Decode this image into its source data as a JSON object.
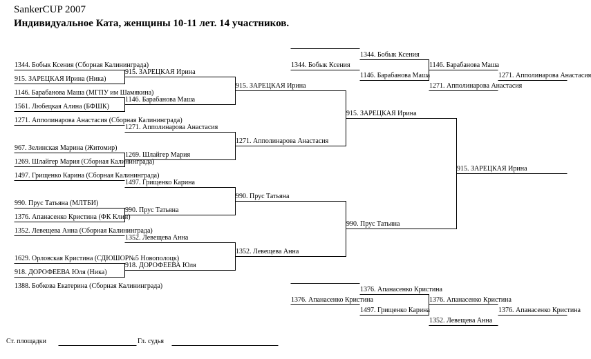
{
  "header": {
    "event": "SankerCUP 2007",
    "category": "Индивидуальное Ката, женщины 10-11 лет. 14 участников."
  },
  "round1": [
    "1344. Бобык Ксения (Сборная Калининграда)",
    "915. ЗАРЕЦКАЯ Ирина (Ника)",
    "1146. Барабанова Маша (МГПУ им Шамякина)",
    "1561. Любецкая Алина (БФШК)",
    "1271. Апполинарова Анастасия (Сборная Калининграда)",
    "967. Зелинская Марина (Житомир)",
    "1269. Шлайгер Мария (Сборная Калининграда)",
    "1497. Грищенко Карина (Сборная Калининграда)",
    "990. Прус Татьяна (МЛТБИ)",
    "1376. Апанасенко Кристина (ФК Клин)",
    "1352. Левещева Анна (Сборная Калининграда)",
    "1629. Орловская Кристина (СДЮШОР№5 Новополоцк)",
    "918. ДОРОФЕЕВА Юля (Ника)",
    "1388. Бобкова Екатерина (Сборная Калининграда)"
  ],
  "round2": [
    "915. ЗАРЕЦКАЯ Ирина",
    "1146. Барабанова Маша",
    "1271. Апполинарова Анастасия",
    "1269. Шлайгер Мария",
    "1497. Грищенко Карина",
    "990. Прус Татьяна",
    "1352. Левещева Анна",
    "918. ДОРОФЕЕВА Юля"
  ],
  "round3": [
    "915. ЗАРЕЦКАЯ Ирина",
    "1271. Апполинарова Анастасия",
    "990. Прус Татьяна",
    "1352. Левещева Анна"
  ],
  "round4": [
    "915. ЗАРЕЦКАЯ Ирина",
    "990. Прус Татьяна"
  ],
  "final_winner": "915. ЗАРЕЦКАЯ Ирина",
  "repechage_top": {
    "start": "1344. Бобык Ксения",
    "r1_top": "1344. Бобык Ксения",
    "r1_bottom": "1146. Барабанова Маша",
    "r2_top": "1146. Барабанова Маша",
    "r2_bottom": "1271. Апполинарова Анастасия",
    "final": "1271. Апполинарова Анастасия"
  },
  "repechage_bottom": {
    "start": "1376. Апанасенко Кристина",
    "r1_top": "1376. Апанасенко Кристина",
    "r1_bottom": "1497. Грищенко Карина",
    "r2_top": "1376. Апанасенко Кристина",
    "r2_bottom": "1352. Левещева Анна",
    "final": "1376. Апанасенко Кристина"
  },
  "footer": {
    "judge_site": "Ст. площадки",
    "chief_judge": "Гл. судья"
  }
}
